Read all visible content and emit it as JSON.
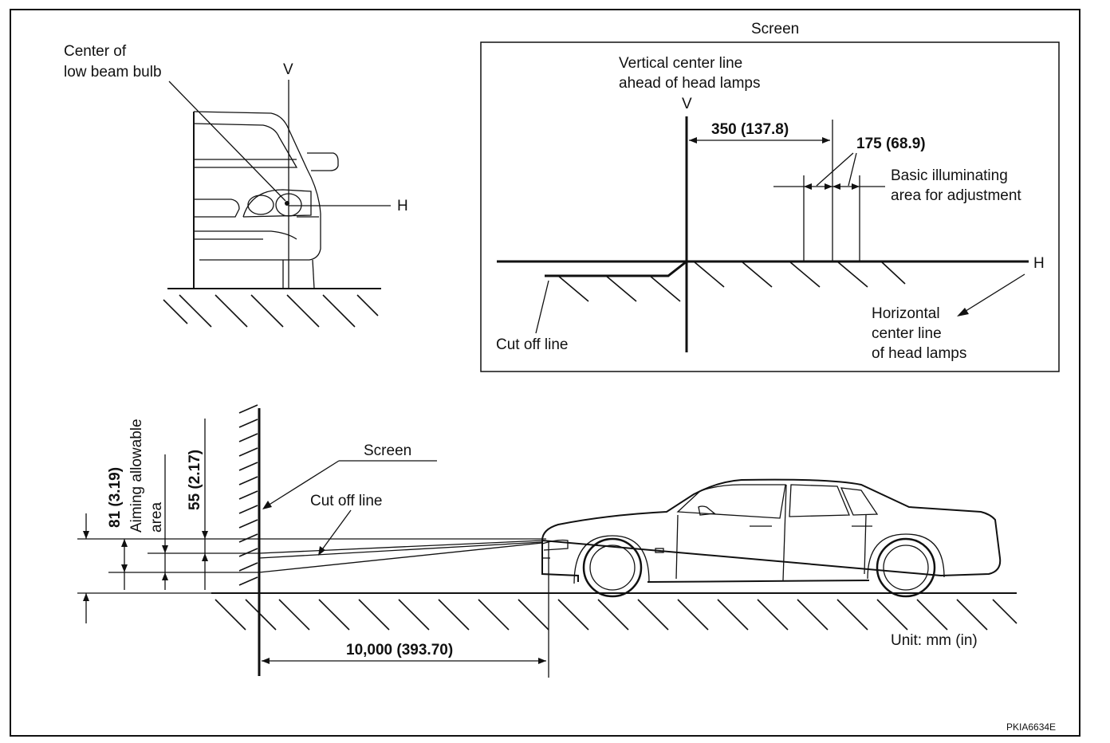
{
  "front_view": {
    "center_bulb_line1": "Center of",
    "center_bulb_line2": "low beam bulb",
    "v_label": "V",
    "h_label": "H"
  },
  "screen_panel": {
    "title": "Screen",
    "vertical_line1": "Vertical center line",
    "vertical_line2": "ahead of head lamps",
    "v_label": "V",
    "dim_350": "350  (137.8)",
    "dim_175": "175  (68.9)",
    "basic_line1": "Basic illuminating",
    "basic_line2": "area for adjustment",
    "h_label": "H",
    "horizontal_line1": "Horizontal",
    "horizontal_line2": "center line",
    "horizontal_line3": "of head lamps",
    "cutoff": "Cut off line"
  },
  "side_view": {
    "screen": "Screen",
    "cutoff": "Cut off line",
    "dim_81": "81 (3.19)",
    "aiming_line1": "Aiming allowable",
    "aiming_line2": "area",
    "dim_55": "55 (2.17)",
    "distance": "10,000 (393.70)",
    "unit": "Unit: mm (in)"
  },
  "figure_id": "PKIA6634E"
}
